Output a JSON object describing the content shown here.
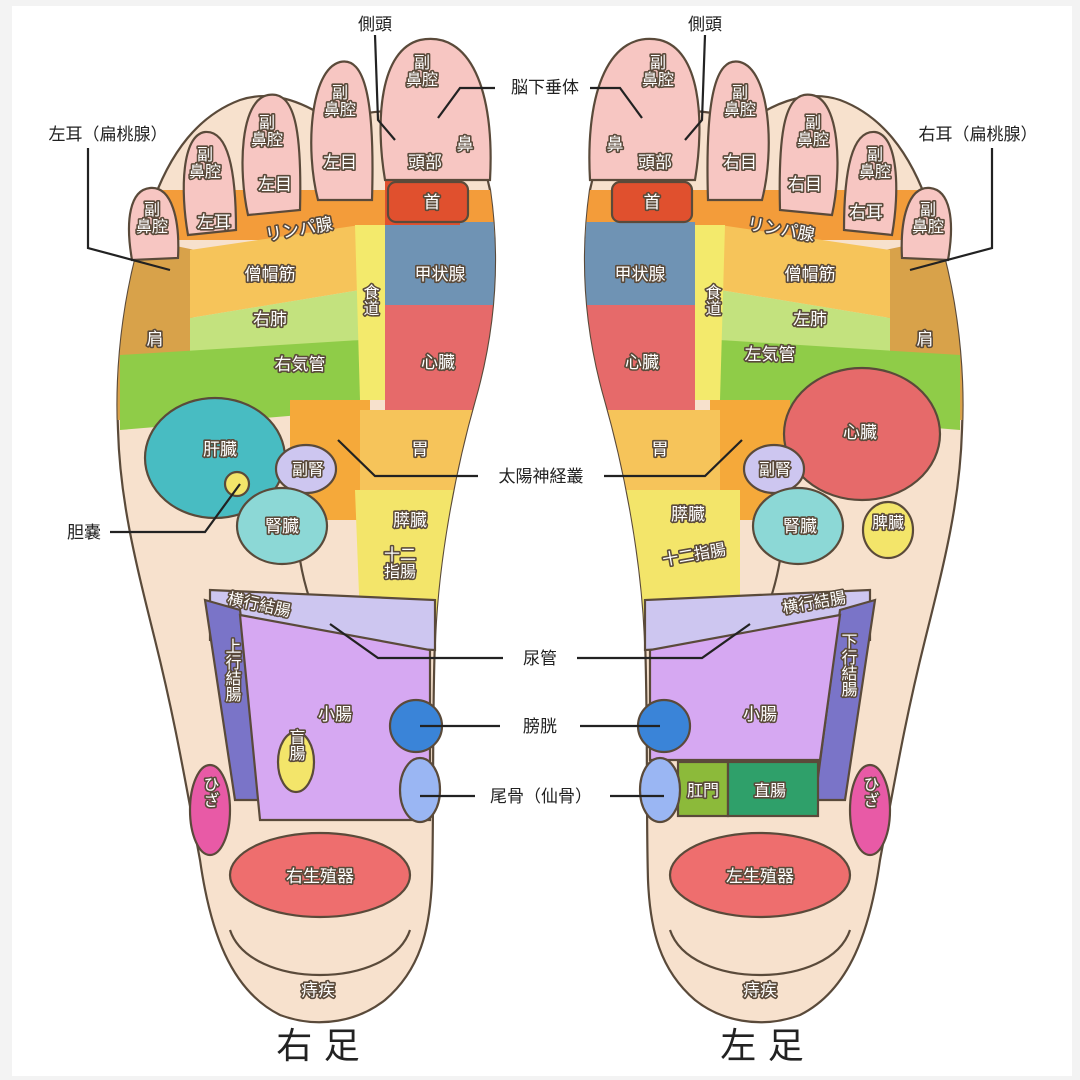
{
  "colors": {
    "sinus": "#f7c6c2",
    "neck": "#e0502e",
    "lymph": "#f39c3a",
    "trapezius": "#f6c45a",
    "lung": "#c3e27e",
    "bronchi": "#8fcc48",
    "esophagus": "#f3ea6c",
    "thyroid": "#6f93b4",
    "heart": "#e66a6a",
    "stomach": "#f6c45a",
    "solar": "#f5a93a",
    "liver": "#48bcc2",
    "kidney": "#8cd8d6",
    "pancreas": "#f3e56a",
    "transverse": "#cdc6f0",
    "small": "#d6a8f2",
    "colon": "#7a74c8",
    "bladder": "#3a84d8",
    "coccyx": "#9ab6f3",
    "knee": "#e85aa6",
    "genital": "#ee6e6e",
    "hemorrhoid": "#f4a6d8",
    "rectum": "#2fa06a",
    "anus": "#8cba3a",
    "sole": "#f7e1cd"
  },
  "right_foot": {
    "title": "右 足",
    "sinus": "副\n鼻腔",
    "side_head": "側頭",
    "pituitary": "脳下垂体",
    "nose": "鼻",
    "head": "頭部",
    "neck": "首",
    "eye": "左目",
    "ear": "左耳",
    "ear_tonsil": "左耳（扁桃腺）",
    "lymph": "リンパ腺",
    "trapezius": "僧帽筋",
    "shoulder": "肩",
    "lung": "右肺",
    "bronchi": "右気管",
    "esophagus": "食道",
    "thyroid": "甲状腺",
    "heart": "心臓",
    "liver": "肝臓",
    "gallbladder": "胆嚢",
    "adrenal": "副腎",
    "kidney": "腎臓",
    "stomach": "胃",
    "pancreas": "膵臓",
    "duodenum": "十二\n指腸",
    "transverse_colon": "横行結腸",
    "ascending_colon": "上行結腸",
    "cecum": "盲腸",
    "small_intestine": "小腸",
    "knee": "ひざ",
    "genital": "右生殖器",
    "hemorrhoid": "痔疾"
  },
  "left_foot": {
    "title": "左 足",
    "sinus": "副\n鼻腔",
    "side_head": "側頭",
    "nose": "鼻",
    "head": "頭部",
    "neck": "首",
    "eye": "右目",
    "ear": "右耳",
    "ear_tonsil": "右耳（扁桃腺）",
    "lymph": "リンパ腺",
    "trapezius": "僧帽筋",
    "shoulder": "肩",
    "lung": "左肺",
    "bronchi": "左気管",
    "esophagus": "食道",
    "thyroid": "甲状腺",
    "heart": "心臓",
    "adrenal": "副腎",
    "kidney": "腎臓",
    "stomach": "胃",
    "pancreas": "膵臓",
    "duodenum": "十二指腸",
    "spleen": "脾臓",
    "transverse_colon": "横行結腸",
    "descending_colon": "下行結腸",
    "small_intestine": "小腸",
    "anus": "肛門",
    "rectum": "直腸",
    "knee": "ひざ",
    "genital": "左生殖器",
    "hemorrhoid": "痔疾"
  },
  "center_labels": {
    "solar_plexus": "太陽神経叢",
    "ureter": "尿管",
    "bladder": "膀胱",
    "coccyx": "尾骨（仙骨）"
  }
}
